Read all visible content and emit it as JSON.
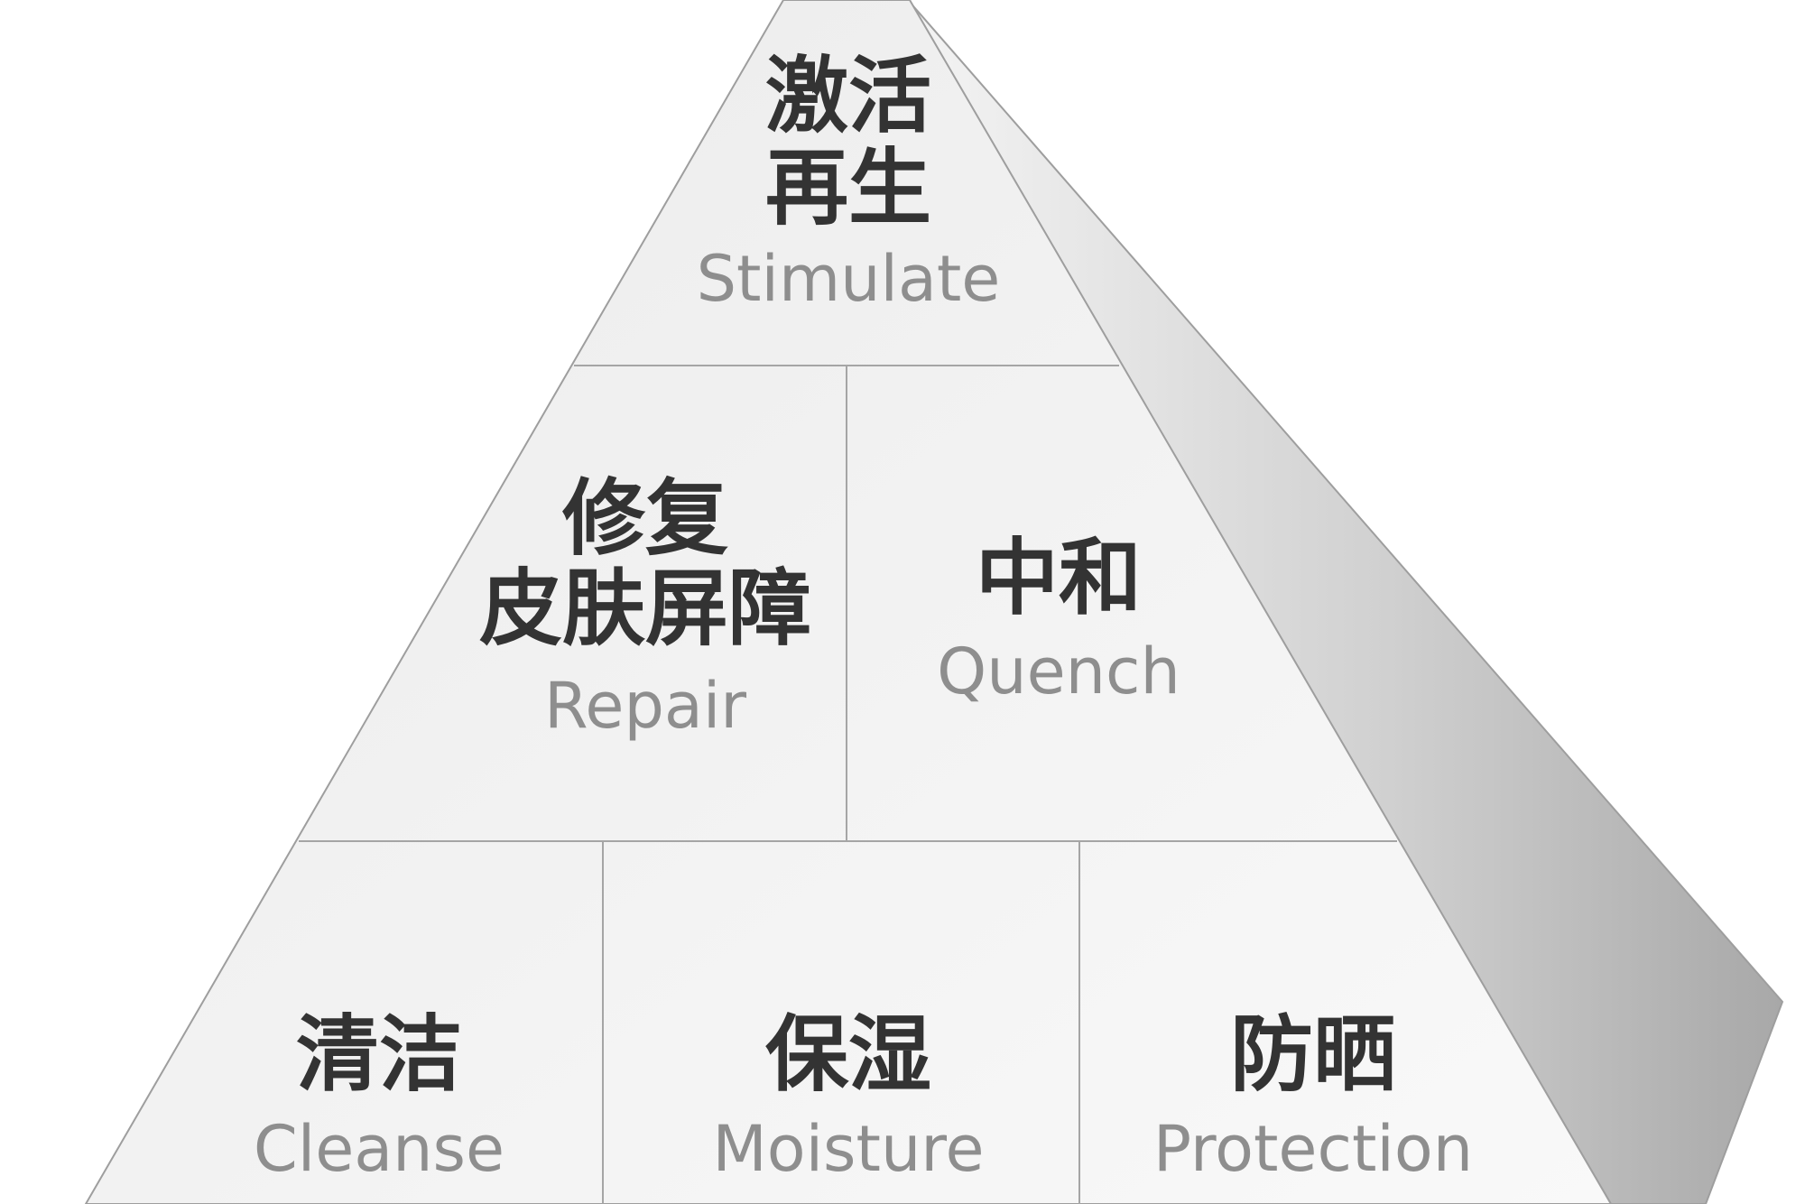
{
  "pyramid": {
    "top": {
      "zh_line1": "激活",
      "zh_line2": "再生",
      "en": "Stimulate"
    },
    "middle_left": {
      "zh_line1": "修复",
      "zh_line2": "皮肤屏障",
      "en": "Repair"
    },
    "middle_right": {
      "zh_line1": "中和",
      "en": "Quench"
    },
    "bottom_left": {
      "zh_line1": "清洁",
      "en": "Cleanse"
    },
    "bottom_center": {
      "zh_line1": "保湿",
      "en": "Moisture"
    },
    "bottom_right": {
      "zh_line1": "防晒",
      "en": "Protection"
    }
  },
  "colors": {
    "face_light": "#f5f5f5",
    "face_mid": "#ececec",
    "side_dark": "#b0b0b0",
    "side_light": "#f2f2f2",
    "outline": "#9e9e9e",
    "zh_text": "#333333",
    "en_text": "#8e8e8e"
  }
}
